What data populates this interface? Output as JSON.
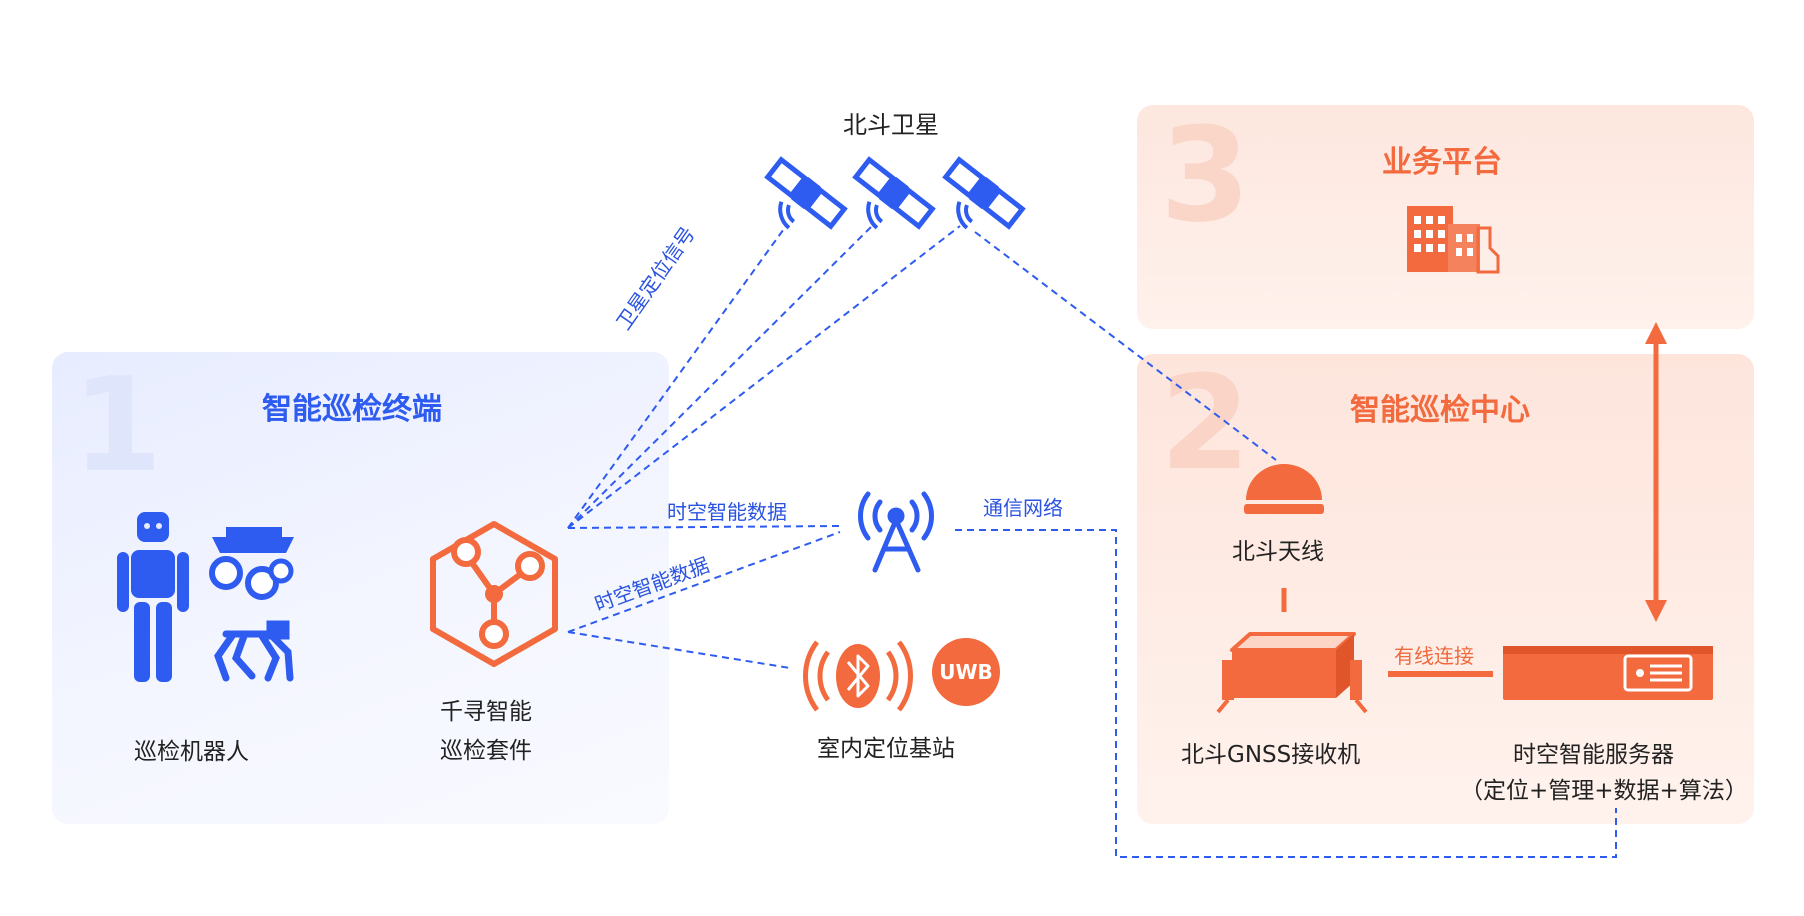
{
  "colors": {
    "blue": "#2e5bf0",
    "orange": "#f26a3d",
    "text": "#222222"
  },
  "panels": {
    "terminal": {
      "number": "1",
      "title": "智能巡检终端"
    },
    "center": {
      "number": "2",
      "title": "智能巡检中心"
    },
    "platform": {
      "number": "3",
      "title": "业务平台"
    }
  },
  "nodes": {
    "satellite": "北斗卫星",
    "robot": "巡检机器人",
    "kit_line1": "千寻智能",
    "kit_line2": "巡检套件",
    "indoor_station": "室内定位基站",
    "uwb": "UWB",
    "antenna": "北斗天线",
    "receiver": "北斗GNSS接收机",
    "server_line1": "时空智能服务器",
    "server_line2": "（定位+管理+数据+算法）"
  },
  "links": {
    "satellite_signal": "卫星定位信号",
    "spatiotemporal_data_1": "时空智能数据",
    "spatiotemporal_data_2": "时空智能数据",
    "comm_network": "通信网络",
    "wired": "有线连接"
  },
  "icons": [
    "satellite-icon",
    "robot-icon",
    "kit-hexagon-icon",
    "cell-tower-icon",
    "bluetooth-icon",
    "antenna-dome-icon",
    "gnss-receiver-icon",
    "server-icon",
    "building-icon"
  ]
}
